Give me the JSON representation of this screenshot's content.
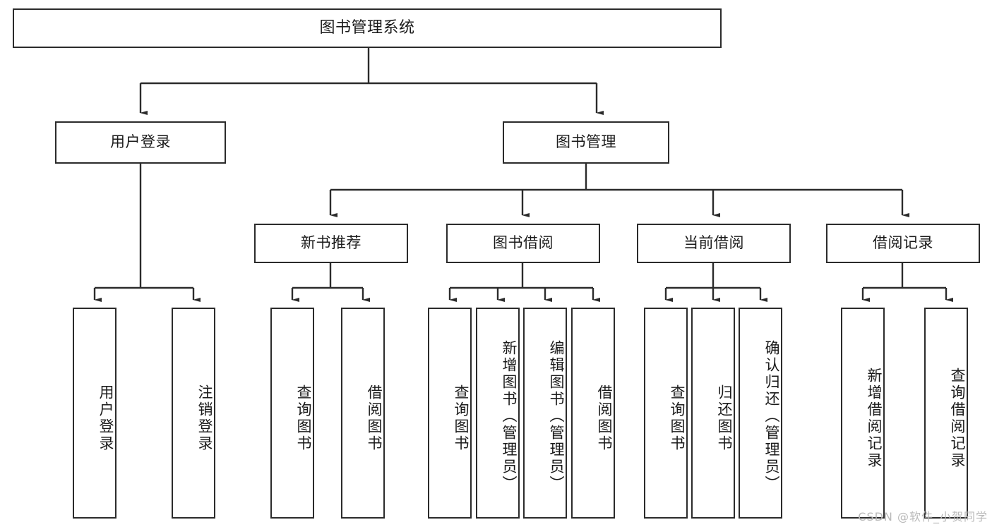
{
  "diagram": {
    "title": "图书管理系统",
    "type": "tree",
    "orientation": "top-down",
    "colors": {
      "box_border": "#2b2b2b",
      "box_fill": "#ffffff",
      "connector": "#2b2b2b",
      "text": "#1a1a1a",
      "watermark": "#b9b9b9"
    },
    "nodes": {
      "root": {
        "label": "图书管理系统"
      },
      "level2": [
        {
          "id": "user-login",
          "label": "用户登录"
        },
        {
          "id": "book-management",
          "label": "图书管理"
        }
      ],
      "level3": [
        {
          "id": "new-book-recommend",
          "label": "新书推荐"
        },
        {
          "id": "book-borrow",
          "label": "图书借阅"
        },
        {
          "id": "current-borrow",
          "label": "当前借阅"
        },
        {
          "id": "borrow-record",
          "label": "借阅记录"
        }
      ],
      "leaves": {
        "user-login": [
          {
            "id": "leaf-user-login",
            "label": "用户登录"
          },
          {
            "id": "leaf-logout",
            "label": "注销登录"
          }
        ],
        "new-book-recommend": [
          {
            "id": "leaf-query-book-1",
            "label": "查询图书"
          },
          {
            "id": "leaf-borrow-book-1",
            "label": "借阅图书"
          }
        ],
        "book-borrow": [
          {
            "id": "leaf-query-book-2",
            "label": "查询图书"
          },
          {
            "id": "leaf-add-book",
            "label": "新增图书（管理员）"
          },
          {
            "id": "leaf-edit-book",
            "label": "编辑图书（管理员）"
          },
          {
            "id": "leaf-borrow-book-2",
            "label": "借阅图书"
          }
        ],
        "current-borrow": [
          {
            "id": "leaf-query-book-3",
            "label": "查询图书"
          },
          {
            "id": "leaf-return-book",
            "label": "归还图书"
          },
          {
            "id": "leaf-confirm-return",
            "label": "确认归还（管理员）"
          }
        ],
        "borrow-record": [
          {
            "id": "leaf-add-record",
            "label": "新增借阅记录"
          },
          {
            "id": "leaf-query-record",
            "label": "查询借阅记录"
          }
        ]
      }
    },
    "watermark": "CSDN @软件_小贺同学"
  }
}
